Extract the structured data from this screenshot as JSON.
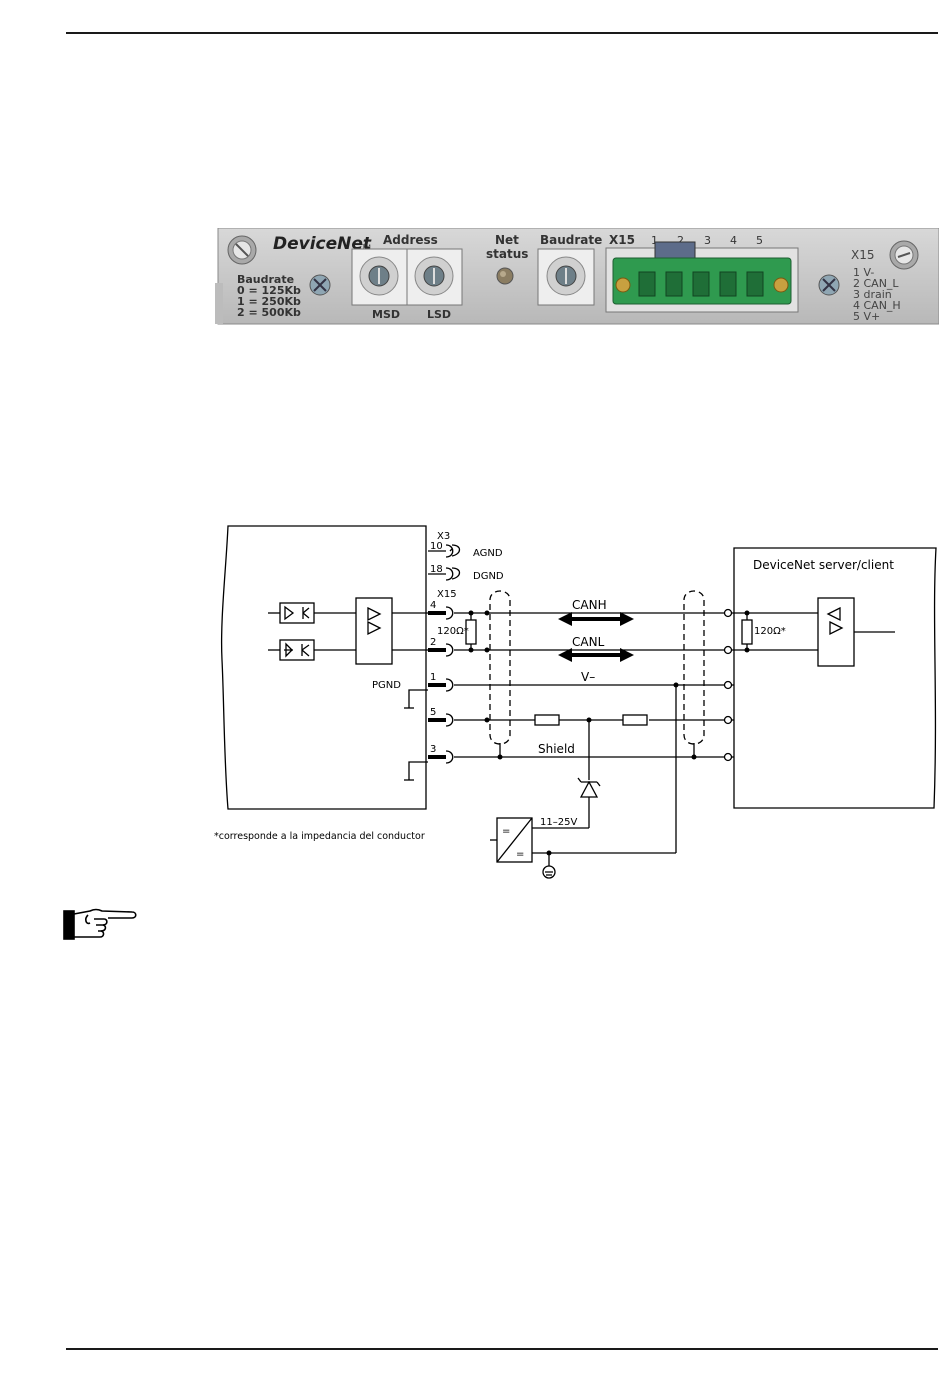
{
  "panel": {
    "brand": "DeviceNet",
    "brand_tm": "TM",
    "address_label": "Address",
    "msd_label": "MSD",
    "lsd_label": "LSD",
    "net_status_line1": "Net",
    "net_status_line2": "status",
    "baudrate_label": "Baudrate",
    "baud_legend": [
      "Baudrate",
      "0 = 125Kb",
      "1 = 250Kb",
      "2 = 500Kb"
    ],
    "connector_label": "X15",
    "pin_numbers": [
      "1",
      "2",
      "3",
      "4",
      "5"
    ],
    "right_header": "X15",
    "pin_legend": [
      "1 V-",
      "2 CAN_L",
      "3 drain",
      "4 CAN_H",
      "5 V+"
    ],
    "colors": {
      "panel_bg": "#c9c9c9",
      "connector": "#2f9a4f",
      "text": "#2a2a2a"
    }
  },
  "schematic": {
    "x3_label": "X3",
    "pin10": "10",
    "agnd": "AGND",
    "pin18": "18",
    "dgnd": "DGND",
    "x15_label": "X15",
    "pin4": "4",
    "pin2": "2",
    "pin1": "1",
    "pin5": "5",
    "pin3": "3",
    "resistor_left": "120Ω*",
    "resistor_right": "120Ω*",
    "pgnd": "PGND",
    "canh": "CANH",
    "canl": "CANL",
    "vminus": "V–",
    "shield": "Shield",
    "supply": "11–25V",
    "server_title": "DeviceNet server/client",
    "footnote": "*corresponde a la impedancia del conductor"
  },
  "icons": {
    "note": "pointing-hand-icon"
  }
}
